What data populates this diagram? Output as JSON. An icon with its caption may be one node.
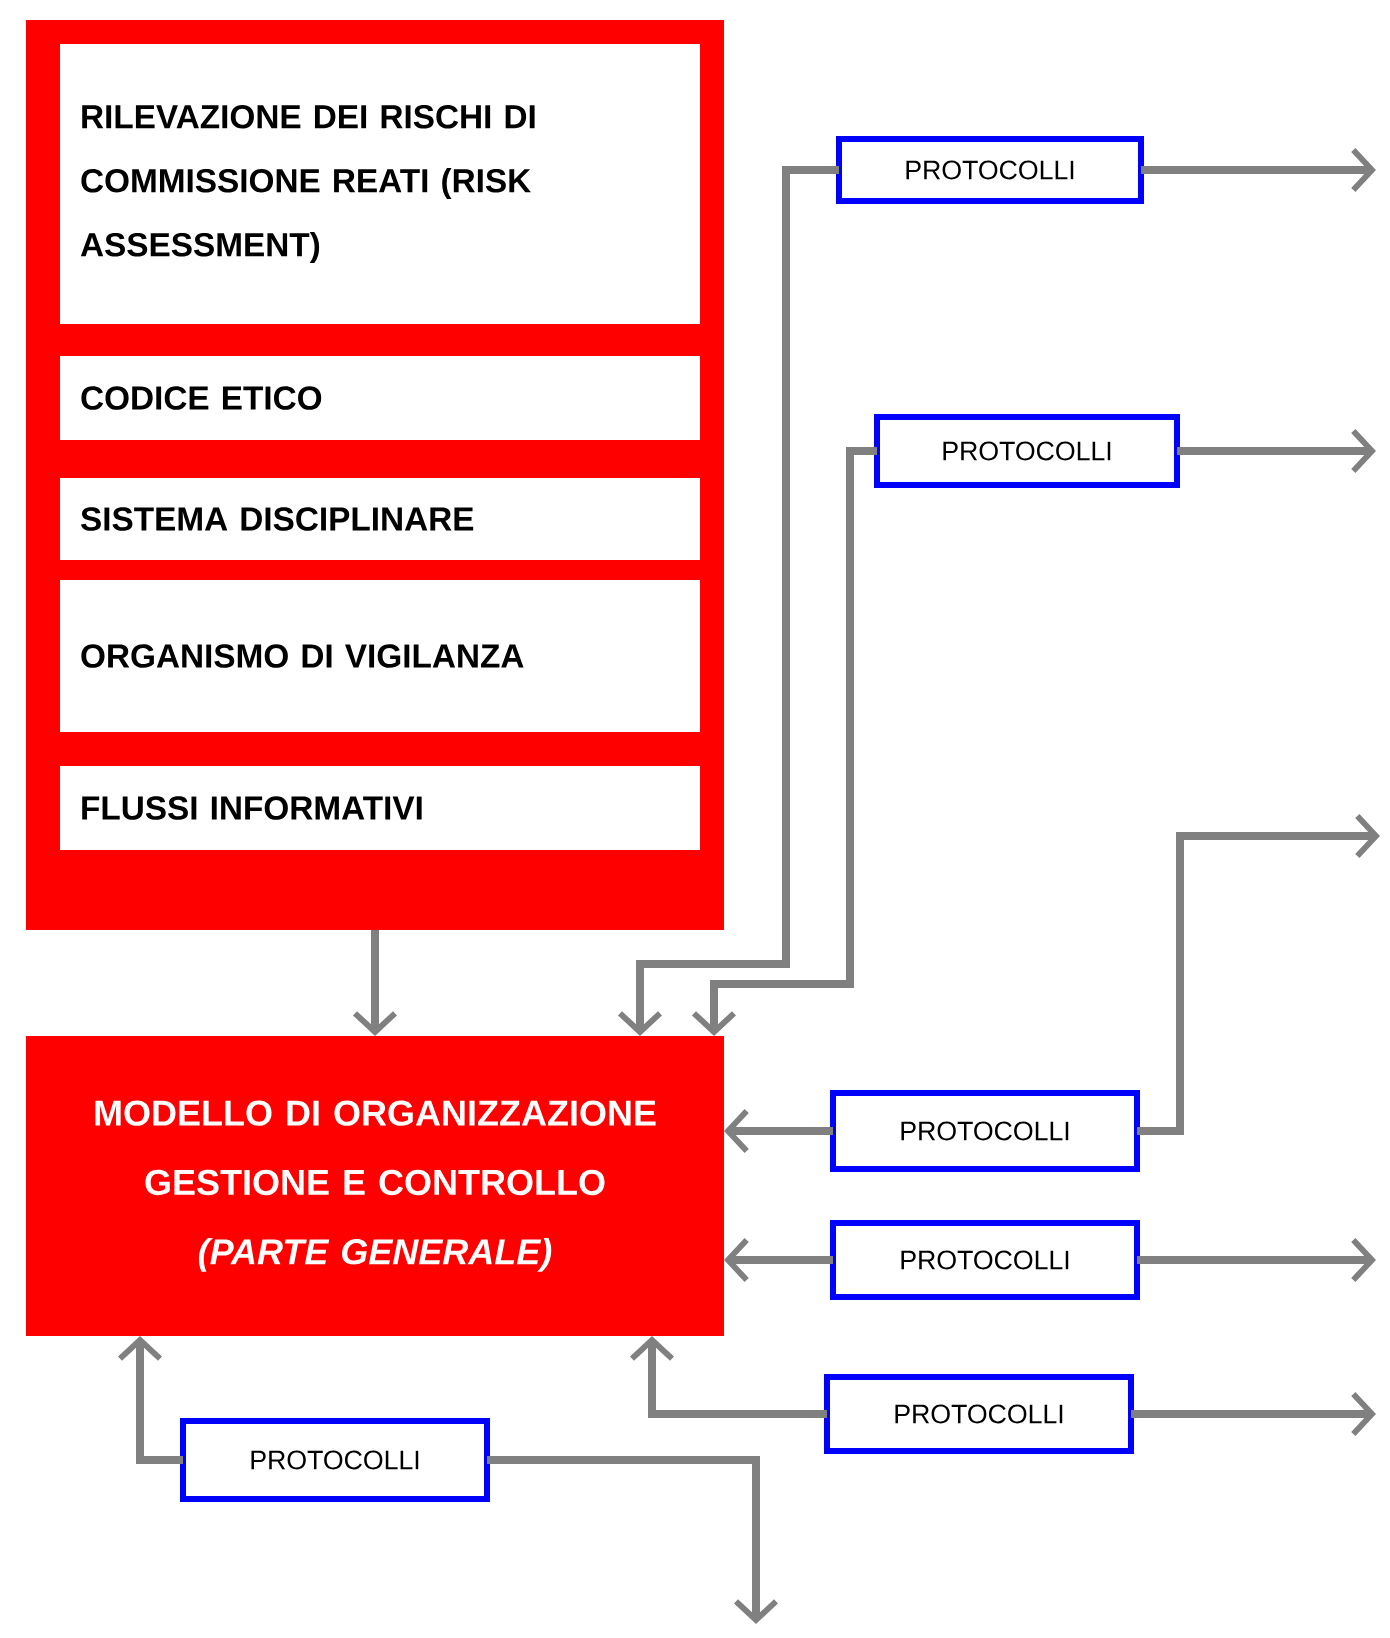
{
  "diagram": {
    "nodes": [
      {
        "text": [],
        "shape": "box"
      },
      {
        "text": [
          "RILEVAZIONE DEI RISCHI DI COMMISSIONE REATI (RISK ASSESSMENT)"
        ],
        "in": 0
      },
      {
        "text": [
          "CODICE ETICO"
        ],
        "in": 0
      },
      {
        "text": [
          "SISTEMA DISCIPLINARE"
        ],
        "in": 0
      },
      {
        "text": [
          "ORGANISMO DI VIGILANZA"
        ],
        "in": 0
      },
      {
        "text": [
          "FLUSSI INFORMATIVI"
        ],
        "in": 0
      },
      {
        "text": [
          "PROTOCOLLI"
        ]
      },
      {
        "text": [
          "PROTOCOLLI"
        ]
      },
      {
        "text": [
          "MODELLO DI ORGANIZZAZIONE GESTIONE E CONTROLLO",
          "(PARTE GENERALE)"
        ]
      },
      {
        "text": [
          "PROTOCOLLI"
        ]
      },
      {
        "text": [
          "PROTOCOLLI"
        ]
      },
      {
        "text": [
          "PROTOCOLLI"
        ]
      },
      {
        "text": [
          "PROTOCOLLI"
        ]
      }
    ],
    "edges": [
      {
        "from": 0,
        "to": 8,
        "arrow": "to"
      },
      {
        "from": 6,
        "to": 8,
        "arrow": "to"
      },
      {
        "from": 6,
        "to": null,
        "arrow": "to"
      },
      {
        "from": 7,
        "to": 8,
        "arrow": "to"
      },
      {
        "from": 7,
        "to": null,
        "arrow": "to"
      },
      {
        "from": 9,
        "to": 8,
        "arrow": "to"
      },
      {
        "from": 9,
        "to": null,
        "arrow": "to"
      },
      {
        "from": 10,
        "to": 8,
        "arrow": "to"
      },
      {
        "from": 10,
        "to": null,
        "arrow": "to"
      },
      {
        "from": 11,
        "to": 8,
        "arrow": "to"
      },
      {
        "from": 11,
        "to": null,
        "arrow": "to"
      },
      {
        "from": 12,
        "to": 8,
        "arrow": "to"
      },
      {
        "from": 12,
        "to": null,
        "arrow": "to"
      }
    ]
  }
}
